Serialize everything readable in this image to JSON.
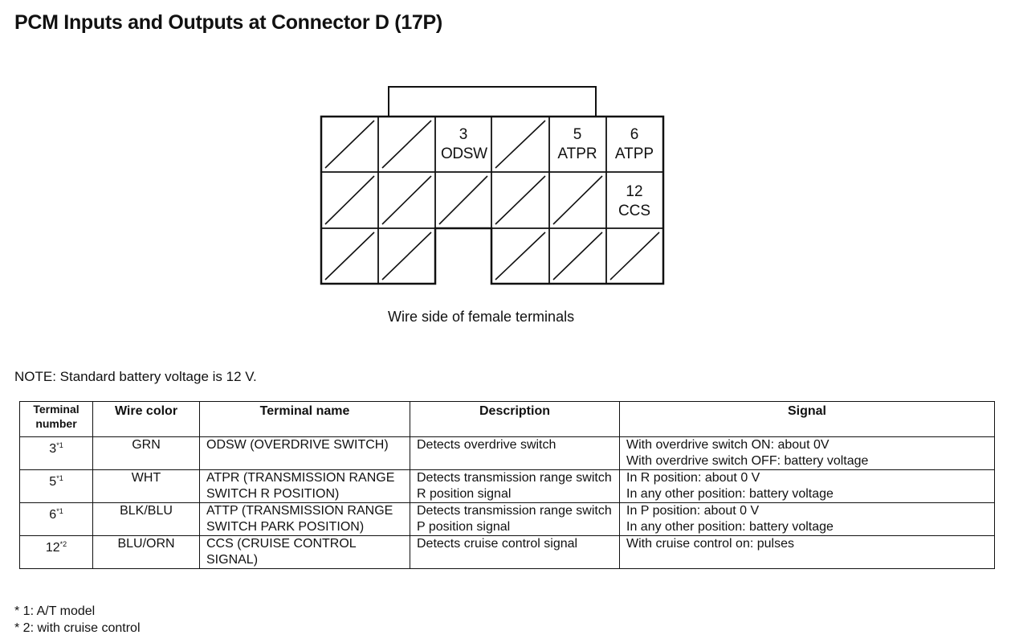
{
  "title": "PCM Inputs and Outputs at Connector D (17P)",
  "connector": {
    "pins": [
      {
        "number": "3",
        "name": "ODSW"
      },
      {
        "number": "5",
        "name": "ATPR"
      },
      {
        "number": "6",
        "name": "ATPP"
      },
      {
        "number": "12",
        "name": "CCS"
      }
    ],
    "caption": "Wire side of female terminals"
  },
  "note": "NOTE: Standard battery voltage is 12 V.",
  "table": {
    "headers": {
      "terminal_number": "Terminal number",
      "wire_color": "Wire color",
      "terminal_name": "Terminal name",
      "description": "Description",
      "signal": "Signal"
    },
    "rows": [
      {
        "terminal": "3",
        "note_mark": "*1",
        "wire_color": "GRN",
        "terminal_name": "ODSW (OVERDRIVE SWITCH)",
        "description": "Detects overdrive switch",
        "signal": [
          "With overdrive switch ON: about 0V",
          "With overdrive switch OFF: battery voltage"
        ]
      },
      {
        "terminal": "5",
        "note_mark": "*1",
        "wire_color": "WHT",
        "terminal_name": "ATPR (TRANSMISSION RANGE SWITCH R POSITION)",
        "description": "Detects transmission range switch R position signal",
        "signal": [
          "In R position: about 0 V",
          "In any other position: battery voltage"
        ]
      },
      {
        "terminal": "6",
        "note_mark": "*1",
        "wire_color": "BLK/BLU",
        "terminal_name": "ATTP (TRANSMISSION RANGE SWITCH PARK POSITION)",
        "description": "Detects transmission range switch P position signal",
        "signal": [
          "In P position: about 0 V",
          "In any other position: battery voltage"
        ]
      },
      {
        "terminal": "12",
        "note_mark": "*2",
        "wire_color": "BLU/ORN",
        "terminal_name": "CCS (CRUISE CONTROL SIGNAL)",
        "description": "Detects cruise control signal",
        "signal": [
          "With cruise control on: pulses"
        ]
      }
    ]
  },
  "footnotes": [
    "* 1: A/T model",
    "* 2: with cruise control"
  ]
}
